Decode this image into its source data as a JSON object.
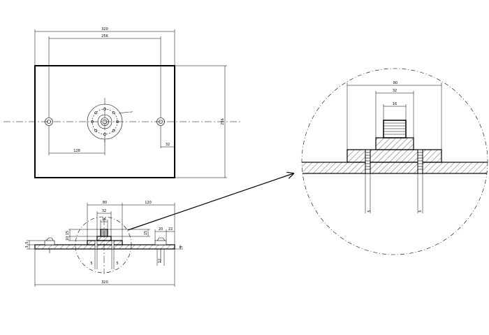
{
  "top_view": {
    "overall_width": "320",
    "hole_spacing": "256",
    "height": "256",
    "center_offset": "128",
    "hole_edge": "32"
  },
  "front_view": {
    "flange_width": "80",
    "boss_width": "32",
    "thread_width": "16",
    "reach": "120",
    "h15_left": "15",
    "h15_right": "15",
    "w20": "20",
    "w22": "22",
    "h10": "10",
    "h5": "5",
    "h3": "3",
    "t5_right": "5",
    "hole_a": "5",
    "hole_b": "5",
    "w12": "12",
    "overall_width": "320"
  },
  "detail_view": {
    "flange_width": "80",
    "boss_width": "32",
    "thread_width": "16",
    "hole_left": "5",
    "hole_right": "5"
  }
}
